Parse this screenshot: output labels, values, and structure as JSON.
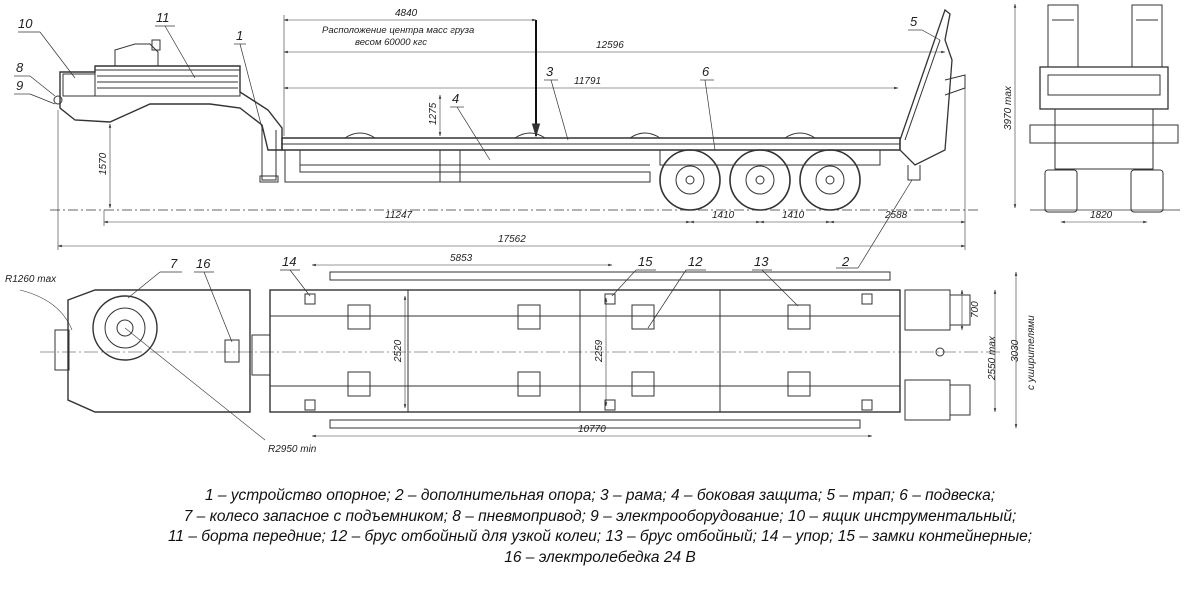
{
  "callouts": [
    "1",
    "2",
    "3",
    "4",
    "5",
    "6",
    "7",
    "8",
    "9",
    "10",
    "11",
    "12",
    "13",
    "14",
    "15",
    "16"
  ],
  "dimensions": {
    "side": {
      "load_center": "4840",
      "overall_platform": "12596",
      "platform": "11791",
      "deck_height": "1275",
      "front_height": "1570",
      "kingpin_to_axle": "11247",
      "axle_spacing_1": "1410",
      "axle_spacing_2": "1410",
      "rear_overhang": "2588",
      "overall_length": "17562"
    },
    "front": {
      "height": "3970 max",
      "track": "1820"
    },
    "top": {
      "front_radius": "R1260 max",
      "turn_radius": "R2950 min",
      "container_locks": "5853",
      "inner_width": "2520",
      "outer_width": "2259",
      "deck_length": "10770",
      "ramp_width": "700",
      "overall_width": "2550 max",
      "width_with_extenders": "3030",
      "extenders_note": "с уширителями"
    }
  },
  "load_note": {
    "line1": "Расположение центра масс груза",
    "line2": "весом 60000 кгс"
  },
  "legend": [
    "1 – устройство опорное; 2 – дополнительная опора; 3 – рама; 4 – боковая защита; 5 – трап; 6 – подвеска;",
    "7 – колесо запасное с подъемником; 8 – пневмопривод; 9 – электрооборудование; 10 – ящик инструментальный;",
    "11 – борта передние; 12 – брус отбойный для узкой колеи; 13 – брус отбойный; 14 – упор; 15 – замки контейнерные;",
    "16 – электролебедка 24 В"
  ]
}
